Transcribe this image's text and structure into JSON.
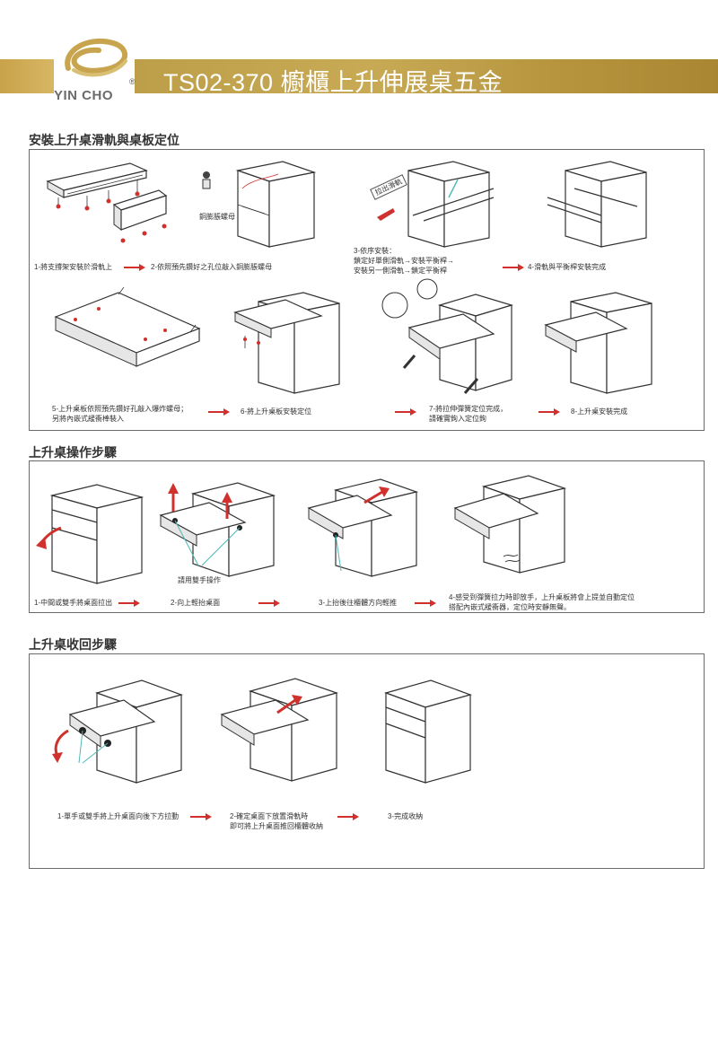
{
  "header": {
    "brand": "YIN CHO",
    "registered": "®",
    "title": "TS02-370 櫥櫃上升伸展桌五金"
  },
  "sections": {
    "install": {
      "title": "安裝上升桌滑軌與桌板定位",
      "steps": {
        "s1": "1-將支撐架安裝於滑軌上",
        "s2": "2-依照預先鑽好之孔位敲入銅膨脹螺母",
        "s2_label": "銅膨脹螺母",
        "s3_l1": "3-依序安裝：",
        "s3_l2": "鎖定好單側滑軌→安裝平衡桿→",
        "s3_l3": "安裝另一側滑軌→鎖定平衡桿",
        "s3_tag": "拉出滑軌",
        "s4": "4-滑軌與平衡桿安裝完成",
        "s5_l1": "5-上升桌板依照預先鑽好孔敲入爆炸螺母；",
        "s5_l2": "另將內嵌式緩衝棒裝入",
        "s6": "6-將上升桌板安裝定位",
        "s7_l1": "7-將拉伸彈簧定位完成，",
        "s7_l2": "請確實鉤入定位鉤",
        "s8": "8-上升桌安裝完成"
      }
    },
    "operate": {
      "title": "上升桌操作步驟",
      "steps": {
        "s1": "1-中間或雙手將桌面拉出",
        "s2": "2-向上輕抬桌面",
        "s2_note": "請用雙手操作",
        "s3": "3-上抬後往櫃體方向輕推",
        "s4_l1": "4-感受到彈簧拉力時即放手，上升桌板將會上提並自動定位",
        "s4_l2": "搭配內嵌式緩衝器，定位時安靜無聲。"
      }
    },
    "retract": {
      "title": "上升桌收回步驟",
      "steps": {
        "s1": "1-單手或雙手將上升桌面向後下方拉動",
        "s2_l1": "2-確定桌面下放置滑軌時",
        "s2_l2": "即可將上升桌面推回櫃體收納",
        "s3": "3-完成收納"
      }
    }
  },
  "colors": {
    "gold": "#bd9e49",
    "arrow_red": "#d0312d",
    "callout_teal": "#4fb8b8"
  }
}
